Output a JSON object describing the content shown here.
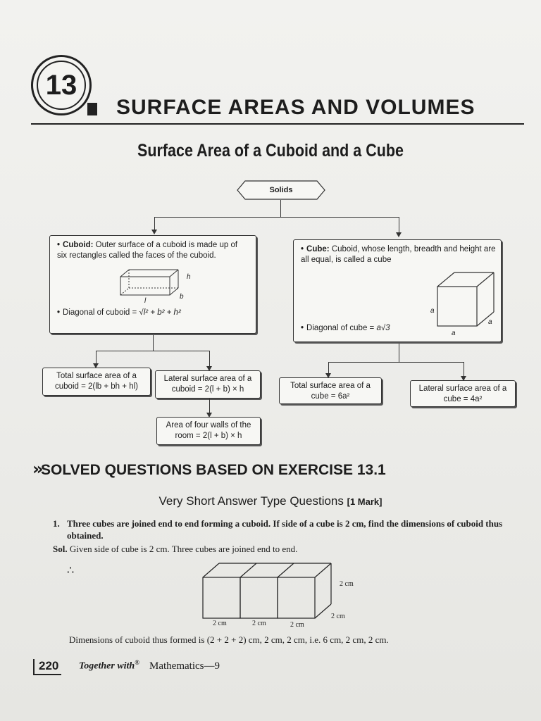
{
  "chapter": {
    "number": "13",
    "title": "SURFACE AREAS AND VOLUMES"
  },
  "section_title": "Surface Area of a Cuboid and a Cube",
  "mind_map": {
    "root": "Solids",
    "cuboid": {
      "term": "Cuboid:",
      "definition": "Outer surface of a cuboid is made up of six rectangles called the faces of the cuboid.",
      "diagonal_label": "Diagonal of cuboid =",
      "diagonal_formula": "√l² + b² + h²",
      "dims": [
        "h",
        "b",
        "l"
      ]
    },
    "cube": {
      "term": "Cube:",
      "definition": "Cuboid, whose length, breadth and height are all equal, is called a cube",
      "diagonal_label": "Diagonal of cube =",
      "diagonal_formula": "a√3",
      "dims": [
        "a",
        "a",
        "a"
      ]
    },
    "cuboid_tsa": [
      "Total surface area of a",
      "cuboid = 2(lb + bh + hl)"
    ],
    "cuboid_lsa": [
      "Lateral surface area of a",
      "cuboid = 2(l + b) × h"
    ],
    "four_walls": [
      "Area of four walls of the",
      "room = 2(l + b) × h"
    ],
    "cube_tsa": [
      "Total surface area of a",
      "cube = 6a²"
    ],
    "cube_lsa": [
      "Lateral surface area of a",
      "cube = 4a²"
    ]
  },
  "solved": {
    "heading": "SOLVED QUESTIONS BASED ON EXERCISE 13.1",
    "subheading": "Very Short Answer Type Questions",
    "marks": "[1 Mark]",
    "question_number": "1.",
    "question": "Three cubes are joined end to end forming a cuboid. If side of a cube is 2 cm, find the dimensions of cuboid thus obtained.",
    "sol_label": "Sol.",
    "sol_text": "Given side of cube is 2 cm. Three cubes are joined end to end.",
    "therefore": "∴",
    "figure_labels": {
      "bottom": [
        "2 cm",
        "2 cm",
        "2 cm"
      ],
      "right_height": "2 cm",
      "right_depth": "2 cm"
    },
    "final_answer": "Dimensions of cuboid thus formed is (2 + 2 + 2) cm, 2 cm, 2 cm, i.e. 6 cm, 2 cm, 2 cm."
  },
  "footer": {
    "page_number": "220",
    "brand": "Together with",
    "registered": "®",
    "subject": "Mathematics—9"
  }
}
